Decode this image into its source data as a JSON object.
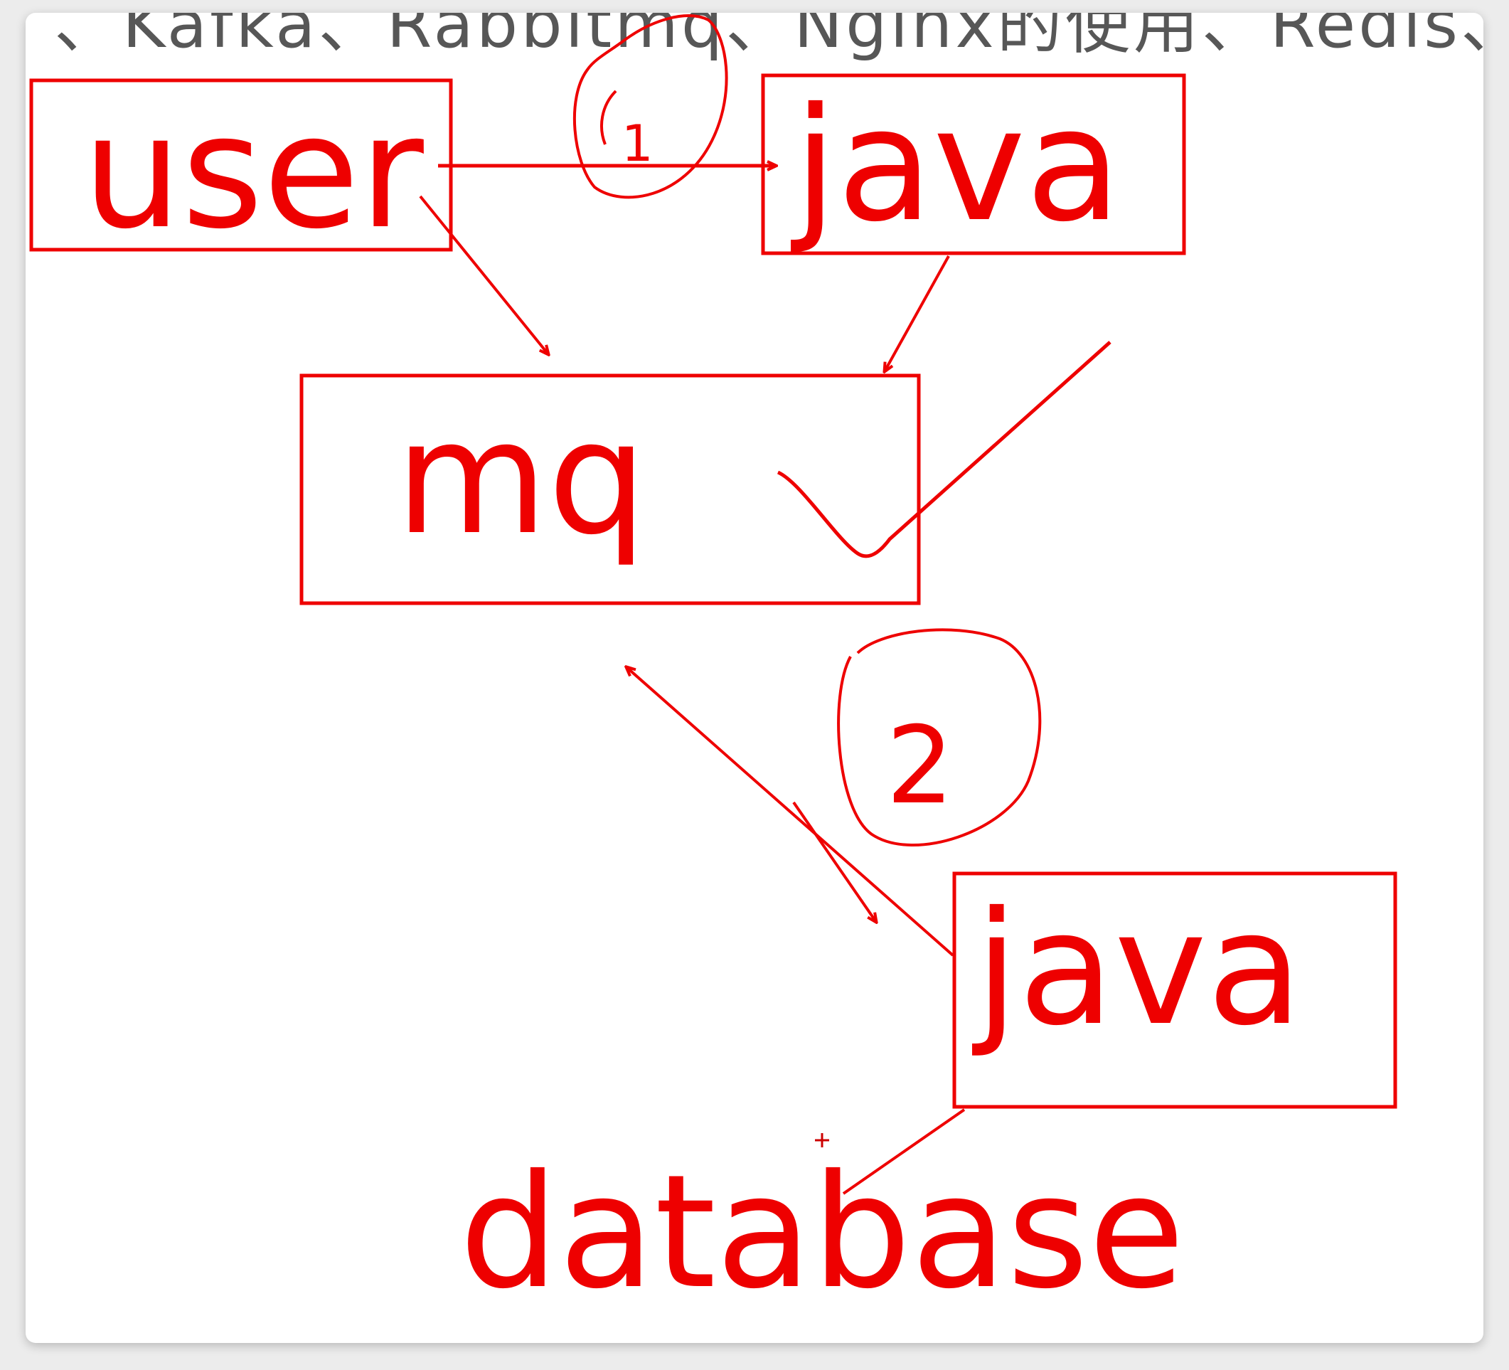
{
  "top_strip_text": "、Kafka、Rabbitmq、Nginx的使用、Redis、Myca",
  "colors": {
    "ink": "#ee0000",
    "background": "#ffffff"
  },
  "nodes": {
    "user": "user",
    "java_top": "java",
    "mq": "mq",
    "java_bottom": "java",
    "database": "database"
  },
  "step_marks": {
    "first": "1",
    "second": "2"
  },
  "icons": {
    "check": "check-mark-icon",
    "cursor": "crosshair-cursor-icon"
  }
}
